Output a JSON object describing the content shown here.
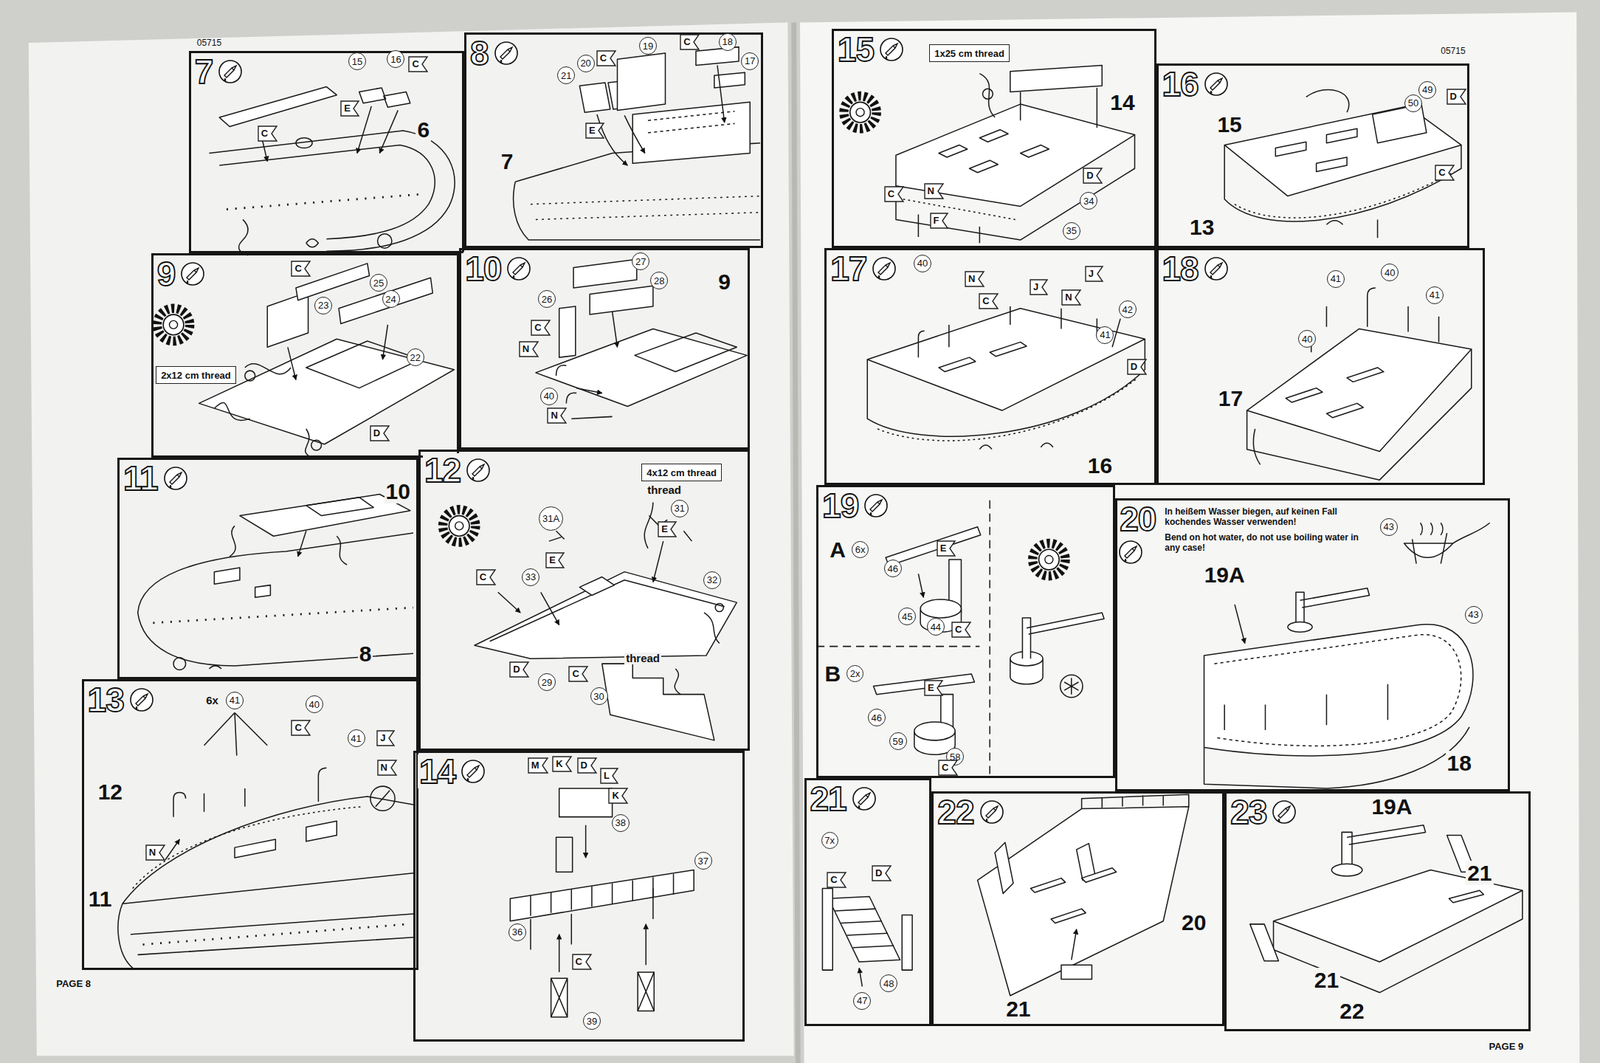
{
  "diagram": {
    "nodes": [
      {
        "text": [
          "7"
        ]
      },
      {
        "text": [
          "8"
        ]
      },
      {
        "text": [
          "9"
        ]
      },
      {
        "text": [
          "10"
        ]
      },
      {
        "text": [
          "11"
        ]
      },
      {
        "text": [
          "12"
        ]
      },
      {
        "text": [
          "13"
        ]
      },
      {
        "text": [
          "14"
        ]
      },
      {
        "text": [
          "15"
        ]
      },
      {
        "text": [
          "16"
        ]
      },
      {
        "text": [
          "17"
        ]
      },
      {
        "text": [
          "18"
        ]
      },
      {
        "text": [
          "19"
        ]
      },
      {
        "text": [
          "20"
        ]
      },
      {
        "text": [
          "21"
        ]
      },
      {
        "text": [
          "22"
        ]
      },
      {
        "text": [
          "23"
        ]
      },
      {
        "text": [
          "15"
        ],
        "in": 0
      },
      {
        "text": [
          "16"
        ],
        "in": 0
      },
      {
        "text": [
          "C"
        ],
        "in": 0
      },
      {
        "text": [
          "E"
        ],
        "in": 0
      },
      {
        "text": [
          "C"
        ],
        "in": 0
      },
      {
        "text": [
          "21"
        ],
        "in": 1
      },
      {
        "text": [
          "20"
        ],
        "in": 1
      },
      {
        "text": [
          "C"
        ],
        "in": 1
      },
      {
        "text": [
          "19"
        ],
        "in": 1
      },
      {
        "text": [
          "C"
        ],
        "in": 1
      },
      {
        "text": [
          "18"
        ],
        "in": 1
      },
      {
        "text": [
          "17"
        ],
        "in": 1
      },
      {
        "text": [
          "E"
        ],
        "in": 1
      },
      {
        "text": [
          "C"
        ],
        "in": 2
      },
      {
        "text": [
          "25"
        ],
        "in": 2
      },
      {
        "text": [
          "24"
        ],
        "in": 2
      },
      {
        "text": [
          "23"
        ],
        "in": 2
      },
      {
        "text": [
          "22"
        ],
        "in": 2
      },
      {
        "text": [
          "2x12 cm thread"
        ],
        "in": 2
      },
      {
        "text": [
          "D"
        ],
        "in": 2
      },
      {
        "text": [
          "27"
        ],
        "in": 3
      },
      {
        "text": [
          "28"
        ],
        "in": 3
      },
      {
        "text": [
          "26"
        ],
        "in": 3
      },
      {
        "text": [
          "C"
        ],
        "in": 3
      },
      {
        "text": [
          "N"
        ],
        "in": 3
      },
      {
        "text": [
          "40"
        ],
        "in": 3
      },
      {
        "text": [
          "N"
        ],
        "in": 3
      },
      {
        "text": [
          "4x12 cm thread"
        ],
        "in": 5
      },
      {
        "text": [
          "31"
        ],
        "in": 5
      },
      {
        "text": [
          "31A"
        ],
        "in": 5
      },
      {
        "text": [
          "E"
        ],
        "in": 5
      },
      {
        "text": [
          "E"
        ],
        "in": 5
      },
      {
        "text": [
          "33"
        ],
        "in": 5
      },
      {
        "text": [
          "C"
        ],
        "in": 5
      },
      {
        "text": [
          "32"
        ],
        "in": 5
      },
      {
        "text": [
          "D"
        ],
        "in": 5
      },
      {
        "text": [
          "C"
        ],
        "in": 5
      },
      {
        "text": [
          "29"
        ],
        "in": 5
      },
      {
        "text": [
          "30"
        ],
        "in": 5
      },
      {
        "text": [
          "41"
        ],
        "in": 6
      },
      {
        "text": [
          "40"
        ],
        "in": 6
      },
      {
        "text": [
          "C"
        ],
        "in": 6
      },
      {
        "text": [
          "41"
        ],
        "in": 6
      },
      {
        "text": [
          "J"
        ],
        "in": 6
      },
      {
        "text": [
          "N"
        ],
        "in": 6
      },
      {
        "text": [
          "N"
        ],
        "in": 6
      },
      {
        "text": [
          "M"
        ],
        "in": 7
      },
      {
        "text": [
          "K"
        ],
        "in": 7
      },
      {
        "text": [
          "D"
        ],
        "in": 7
      },
      {
        "text": [
          "L"
        ],
        "in": 7
      },
      {
        "text": [
          "K"
        ],
        "in": 7
      },
      {
        "text": [
          "38"
        ],
        "in": 7
      },
      {
        "text": [
          "37"
        ],
        "in": 7
      },
      {
        "text": [
          "36"
        ],
        "in": 7
      },
      {
        "text": [
          "C"
        ],
        "in": 7
      },
      {
        "text": [
          "39"
        ],
        "in": 7
      },
      {
        "text": [
          "1x25 cm thread"
        ],
        "in": 8
      },
      {
        "text": [
          "N"
        ],
        "in": 8
      },
      {
        "text": [
          "C"
        ],
        "in": 8
      },
      {
        "text": [
          "F"
        ],
        "in": 8
      },
      {
        "text": [
          "D"
        ],
        "in": 8
      },
      {
        "text": [
          "34"
        ],
        "in": 8
      },
      {
        "text": [
          "35"
        ],
        "in": 8
      },
      {
        "text": [
          "49"
        ],
        "in": 9
      },
      {
        "text": [
          "D"
        ],
        "in": 9
      },
      {
        "text": [
          "50"
        ],
        "in": 9
      },
      {
        "text": [
          "C"
        ],
        "in": 9
      },
      {
        "text": [
          "40"
        ],
        "in": 10
      },
      {
        "text": [
          "N"
        ],
        "in": 10
      },
      {
        "text": [
          "J"
        ],
        "in": 10
      },
      {
        "text": [
          "J"
        ],
        "in": 10
      },
      {
        "text": [
          "N"
        ],
        "in": 10
      },
      {
        "text": [
          "C"
        ],
        "in": 10
      },
      {
        "text": [
          "42"
        ],
        "in": 10
      },
      {
        "text": [
          "41"
        ],
        "in": 10
      },
      {
        "text": [
          "D"
        ],
        "in": 10
      },
      {
        "text": [
          "40"
        ],
        "in": 11
      },
      {
        "text": [
          "41"
        ],
        "in": 11
      },
      {
        "text": [
          "41"
        ],
        "in": 11
      },
      {
        "text": [
          "40"
        ],
        "in": 11
      },
      {
        "text": [
          "6x"
        ],
        "in": 12
      },
      {
        "text": [
          "E"
        ],
        "in": 12
      },
      {
        "text": [
          "46"
        ],
        "in": 12
      },
      {
        "text": [
          "45"
        ],
        "in": 12
      },
      {
        "text": [
          "44"
        ],
        "in": 12
      },
      {
        "text": [
          "C"
        ],
        "in": 12
      },
      {
        "text": [
          "2x"
        ],
        "in": 12
      },
      {
        "text": [
          "E"
        ],
        "in": 12
      },
      {
        "text": [
          "46"
        ],
        "in": 12
      },
      {
        "text": [
          "59"
        ],
        "in": 12
      },
      {
        "text": [
          "58"
        ],
        "in": 12
      },
      {
        "text": [
          "C"
        ],
        "in": 12
      },
      {
        "text": [
          "43"
        ],
        "in": 13
      },
      {
        "text": [
          "43"
        ],
        "in": 13
      },
      {
        "text": [
          "7x"
        ],
        "in": 14
      },
      {
        "text": [
          "C"
        ],
        "in": 14
      },
      {
        "text": [
          "D"
        ],
        "in": 14
      },
      {
        "text": [
          "48"
        ],
        "in": 14
      },
      {
        "text": [
          "47"
        ],
        "in": 14
      }
    ],
    "labels": [
      "05715",
      "6",
      "7",
      "9",
      "10",
      "8",
      "thread",
      "thread",
      "6x",
      "12",
      "11",
      "PAGE 8",
      "05715",
      "14",
      "15",
      "13",
      "17",
      "16",
      "A",
      "B",
      "In heißem Wasser biegen, auf keinen Fall kochendes Wasser verwenden!",
      "Bend on hot water, do not use boiling water in any case!",
      "19A",
      "18",
      "20",
      "21",
      "19A",
      "21",
      "21",
      "22",
      "PAGE 9"
    ]
  }
}
